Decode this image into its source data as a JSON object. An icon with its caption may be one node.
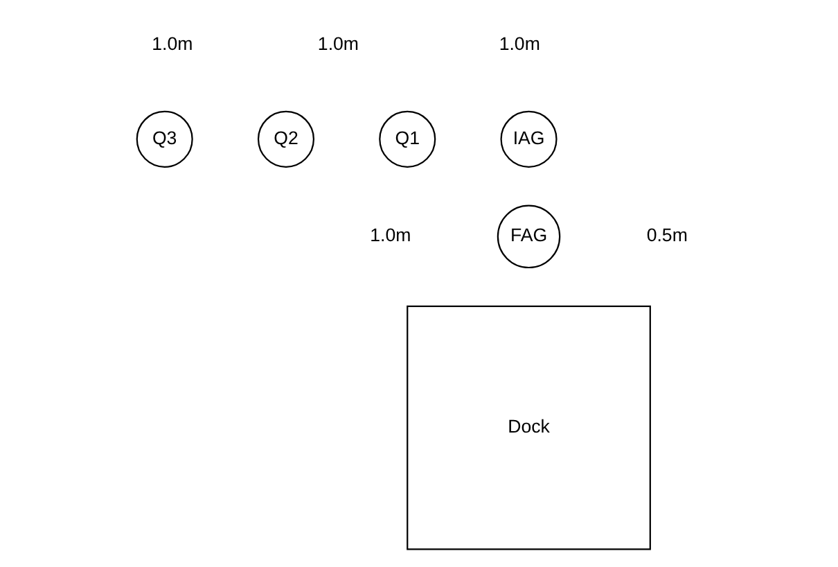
{
  "diagram": {
    "nodes": [
      {
        "text": [
          "Q3"
        ]
      },
      {
        "text": [
          "Q2"
        ]
      },
      {
        "text": [
          "Q1"
        ]
      },
      {
        "text": [
          "IAG"
        ]
      },
      {
        "text": [
          "FAG"
        ]
      },
      {
        "text": [
          "Dock"
        ]
      }
    ],
    "edges": [],
    "labels": [
      "1.0m",
      "1.0m",
      "1.0m",
      "1.0m",
      "0.5m"
    ]
  }
}
